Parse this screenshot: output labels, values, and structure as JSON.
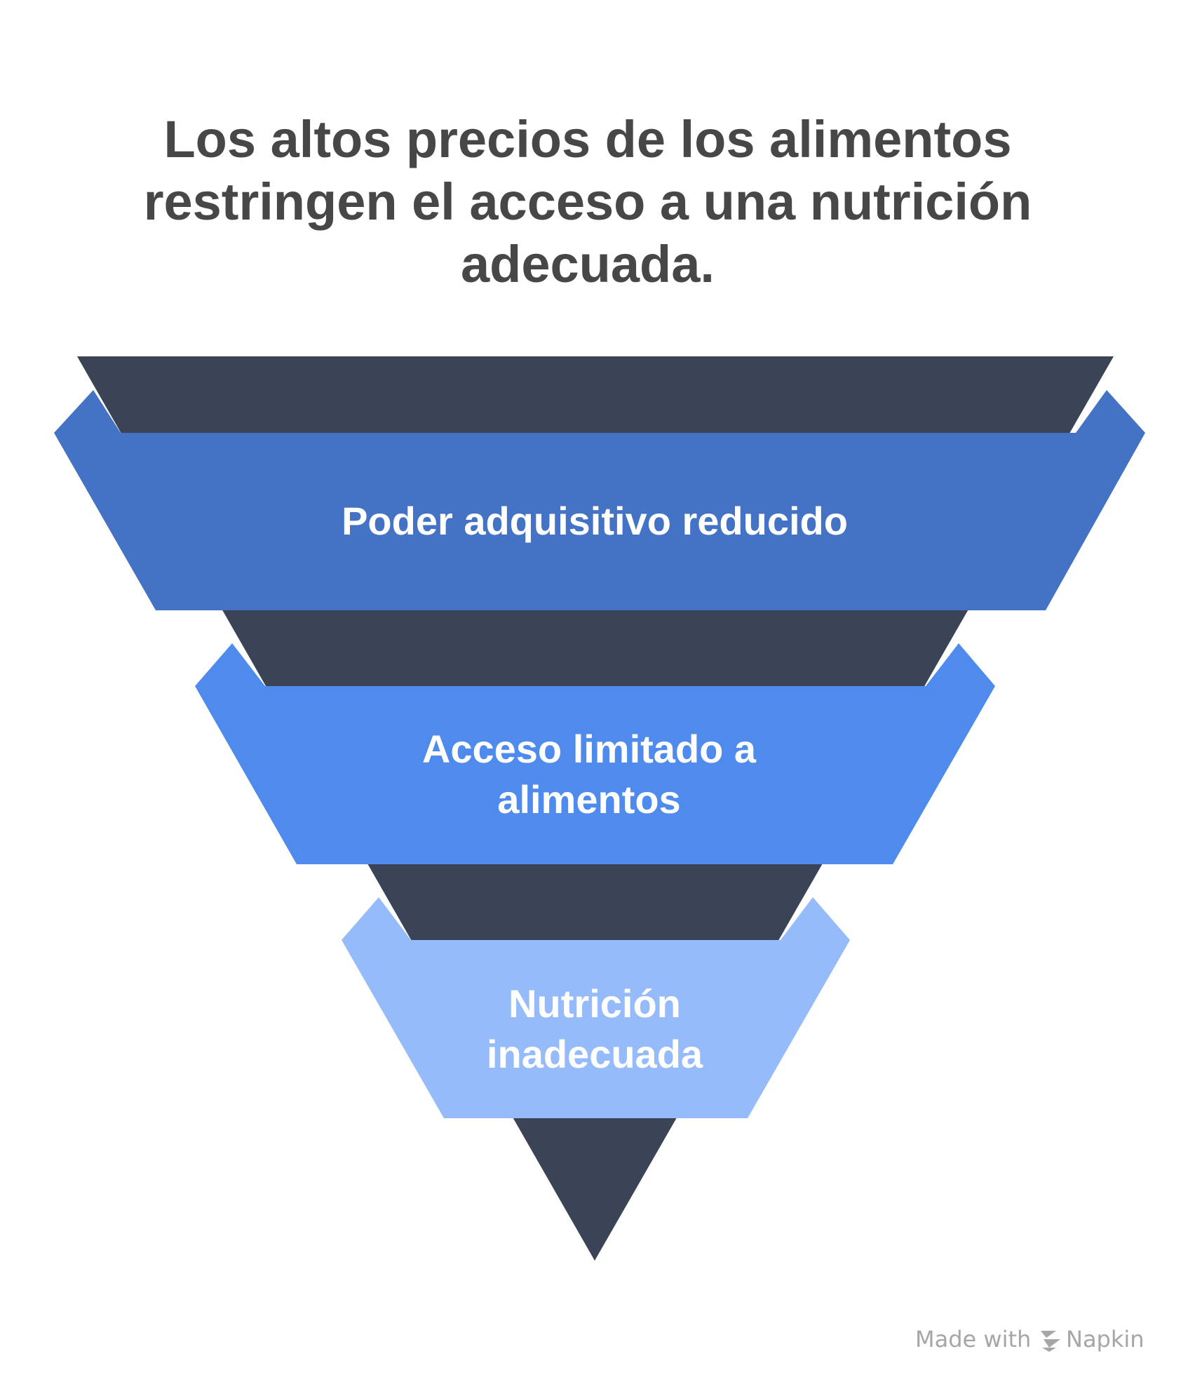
{
  "title": {
    "lines": [
      "Los altos precios de los alimentos",
      "restringen el acceso a una nutrición",
      "adecuada."
    ]
  },
  "funnel": {
    "stages": [
      {
        "name": "stage-1",
        "label_lines": [
          "Poder adquisitivo reducido"
        ],
        "color": "#4472C4"
      },
      {
        "name": "stage-2",
        "label_lines": [
          "Acceso limitado a",
          "alimentos"
        ],
        "color": "#4E8BEC"
      },
      {
        "name": "stage-3",
        "label_lines": [
          "Nutrición",
          "inadecuada"
        ],
        "color": "#96BBFB"
      }
    ],
    "core_color": "#3A4456"
  },
  "watermark": {
    "prefix": "Made with",
    "brand": "Napkin",
    "icon": "napkin-logo-icon"
  }
}
